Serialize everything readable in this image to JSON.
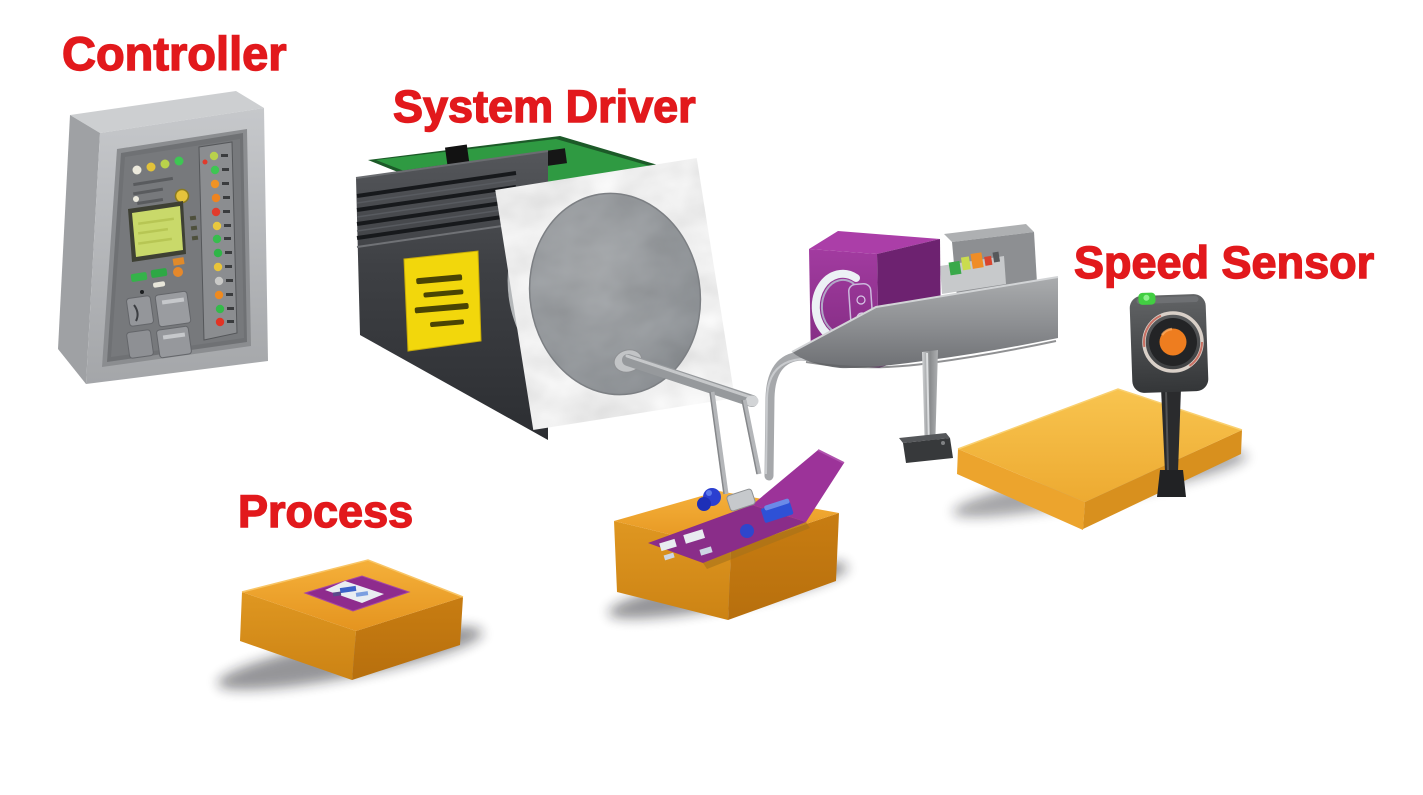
{
  "scene": {
    "type": "labeled-3d-illustration",
    "labels": {
      "controller": "Controller",
      "system_driver": "System Driver",
      "process": "Process",
      "speed_sensor": "Speed Sensor"
    },
    "label_color": "#e2191c",
    "components": [
      {
        "id": "controller-panel",
        "label_key": "controller"
      },
      {
        "id": "motor-drive-unit",
        "label_key": "system_driver"
      },
      {
        "id": "workpiece-boxes-on-conveyor",
        "label_key": "process"
      },
      {
        "id": "photoelectric-speed-sensor",
        "label_key": "speed_sensor"
      },
      {
        "id": "inspection-camera-unit",
        "label_key": null
      },
      {
        "id": "conveyor-belt",
        "label_key": null
      }
    ],
    "colors": {
      "label_red": "#e2191c",
      "box_orange": "#e09a24",
      "flat_box_yellow": "#f0b43e",
      "component_purple": "#8e2b8d",
      "belt_dark": "#3c4044",
      "metal_silver": "#b9bbbd",
      "pcb_green": "#2f9a42",
      "warning_label_yellow": "#f2d70c",
      "sensor_lens_orange": "#ee7d1f",
      "sensor_led_green": "#42ce42"
    }
  }
}
